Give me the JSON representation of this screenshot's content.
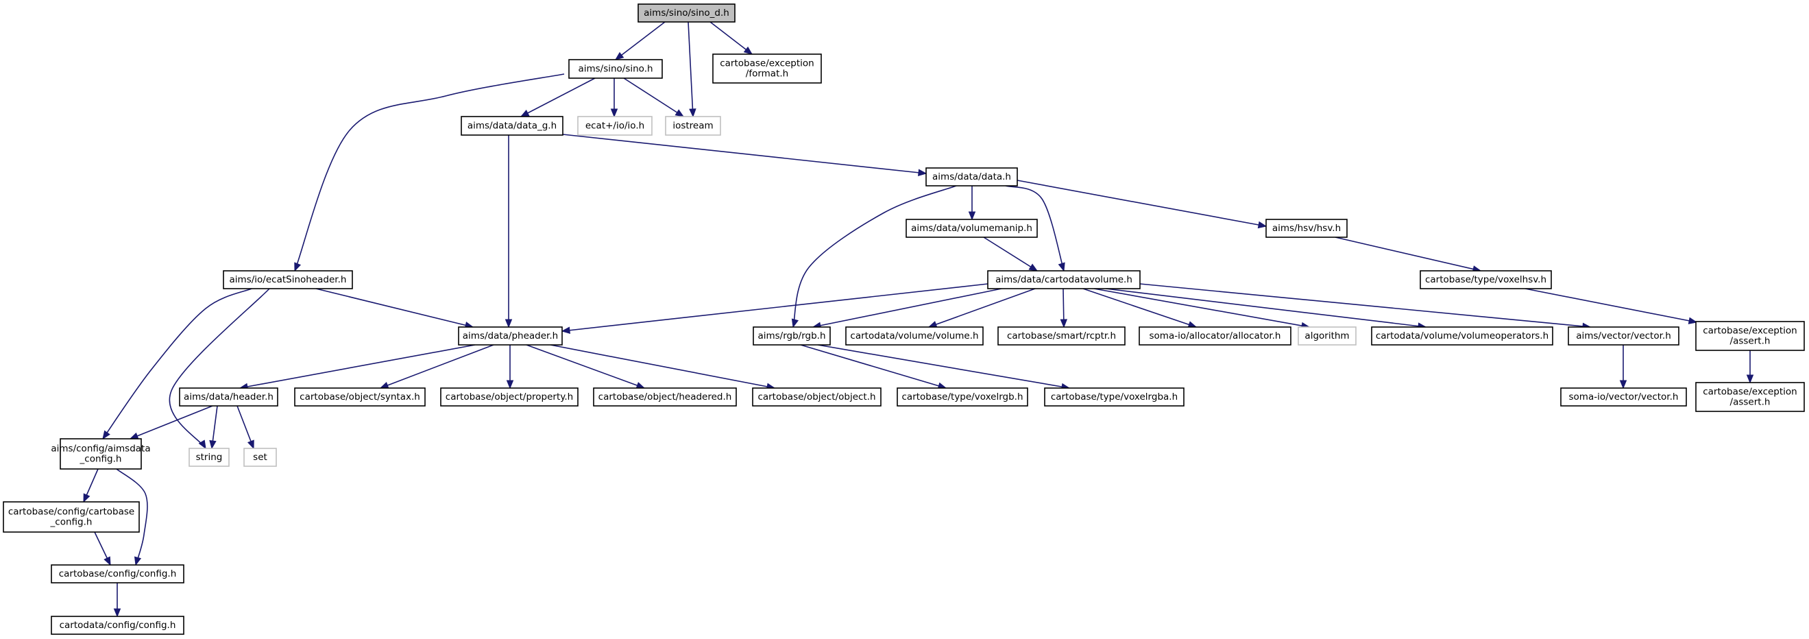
{
  "diagram": {
    "type": "include-dependency-graph",
    "colors": {
      "edge": "#191970",
      "root_fill": "#bfbfbf",
      "node_border": "#000000",
      "external_border": "#bfbfbf",
      "node_fill": "#ffffff",
      "text": "#000000"
    },
    "nodes": [
      {
        "id": "sino_d",
        "lines": [
          "aims/sino/sino_d.h"
        ],
        "kind": "root"
      },
      {
        "id": "sino",
        "lines": [
          "aims/sino/sino.h"
        ],
        "kind": "normal"
      },
      {
        "id": "format",
        "lines": [
          "cartobase/exception",
          "/format.h"
        ],
        "kind": "normal"
      },
      {
        "id": "data_g",
        "lines": [
          "aims/data/data_g.h"
        ],
        "kind": "normal"
      },
      {
        "id": "ecatio",
        "lines": [
          "ecat+/io/io.h"
        ],
        "kind": "external"
      },
      {
        "id": "iostream",
        "lines": [
          "iostream"
        ],
        "kind": "external"
      },
      {
        "id": "data",
        "lines": [
          "aims/data/data.h"
        ],
        "kind": "normal"
      },
      {
        "id": "volumemanip",
        "lines": [
          "aims/data/volumemanip.h"
        ],
        "kind": "normal"
      },
      {
        "id": "hsv",
        "lines": [
          "aims/hsv/hsv.h"
        ],
        "kind": "normal"
      },
      {
        "id": "ecatsinoheader",
        "lines": [
          "aims/io/ecatSinoheader.h"
        ],
        "kind": "normal"
      },
      {
        "id": "cartodatavolume",
        "lines": [
          "aims/data/cartodatavolume.h"
        ],
        "kind": "normal"
      },
      {
        "id": "voxelhsv",
        "lines": [
          "cartobase/type/voxelhsv.h"
        ],
        "kind": "normal"
      },
      {
        "id": "pheader",
        "lines": [
          "aims/data/pheader.h"
        ],
        "kind": "normal"
      },
      {
        "id": "rgb",
        "lines": [
          "aims/rgb/rgb.h"
        ],
        "kind": "normal"
      },
      {
        "id": "cvolume",
        "lines": [
          "cartodata/volume/volume.h"
        ],
        "kind": "normal"
      },
      {
        "id": "rcptr",
        "lines": [
          "cartobase/smart/rcptr.h"
        ],
        "kind": "normal"
      },
      {
        "id": "allocator",
        "lines": [
          "soma-io/allocator/allocator.h"
        ],
        "kind": "normal"
      },
      {
        "id": "algorithm",
        "lines": [
          "algorithm"
        ],
        "kind": "external"
      },
      {
        "id": "volumeoperators",
        "lines": [
          "cartodata/volume/volumeoperators.h"
        ],
        "kind": "normal"
      },
      {
        "id": "aimsvector",
        "lines": [
          "aims/vector/vector.h"
        ],
        "kind": "normal"
      },
      {
        "id": "assert1",
        "lines": [
          "cartobase/exception",
          "/assert.h"
        ],
        "kind": "normal"
      },
      {
        "id": "header",
        "lines": [
          "aims/data/header.h"
        ],
        "kind": "normal"
      },
      {
        "id": "syntax",
        "lines": [
          "cartobase/object/syntax.h"
        ],
        "kind": "normal"
      },
      {
        "id": "property",
        "lines": [
          "cartobase/object/property.h"
        ],
        "kind": "normal"
      },
      {
        "id": "headered",
        "lines": [
          "cartobase/object/headered.h"
        ],
        "kind": "normal"
      },
      {
        "id": "object",
        "lines": [
          "cartobase/object/object.h"
        ],
        "kind": "normal"
      },
      {
        "id": "voxelrgb",
        "lines": [
          "cartobase/type/voxelrgb.h"
        ],
        "kind": "normal"
      },
      {
        "id": "voxelrgba",
        "lines": [
          "cartobase/type/voxelrgba.h"
        ],
        "kind": "normal"
      },
      {
        "id": "somavector",
        "lines": [
          "soma-io/vector/vector.h"
        ],
        "kind": "normal"
      },
      {
        "id": "assert2",
        "lines": [
          "cartobase/exception",
          "/assert.h"
        ],
        "kind": "normal"
      },
      {
        "id": "aimsdataconfig",
        "lines": [
          "aims/config/aimsdata",
          "_config.h"
        ],
        "kind": "normal"
      },
      {
        "id": "string",
        "lines": [
          "string"
        ],
        "kind": "external"
      },
      {
        "id": "set",
        "lines": [
          "set"
        ],
        "kind": "external"
      },
      {
        "id": "cartobaseconfig",
        "lines": [
          "cartobase/config/cartobase",
          "_config.h"
        ],
        "kind": "normal"
      },
      {
        "id": "config",
        "lines": [
          "cartobase/config/config.h"
        ],
        "kind": "normal"
      },
      {
        "id": "cdconfig",
        "lines": [
          "cartodata/config/config.h"
        ],
        "kind": "normal"
      }
    ],
    "edges": [
      [
        "sino_d",
        "sino"
      ],
      [
        "sino_d",
        "iostream"
      ],
      [
        "sino_d",
        "format"
      ],
      [
        "sino",
        "data_g"
      ],
      [
        "sino",
        "ecatio"
      ],
      [
        "sino",
        "iostream"
      ],
      [
        "sino",
        "ecatsinoheader"
      ],
      [
        "data_g",
        "pheader"
      ],
      [
        "data_g",
        "data"
      ],
      [
        "data",
        "volumemanip"
      ],
      [
        "data",
        "cartodatavolume"
      ],
      [
        "data",
        "rgb"
      ],
      [
        "data",
        "hsv"
      ],
      [
        "volumemanip",
        "cartodatavolume"
      ],
      [
        "hsv",
        "voxelhsv"
      ],
      [
        "voxelhsv",
        "assert1"
      ],
      [
        "assert1",
        "assert2"
      ],
      [
        "cartodatavolume",
        "pheader"
      ],
      [
        "cartodatavolume",
        "rgb"
      ],
      [
        "cartodatavolume",
        "cvolume"
      ],
      [
        "cartodatavolume",
        "rcptr"
      ],
      [
        "cartodatavolume",
        "allocator"
      ],
      [
        "cartodatavolume",
        "algorithm"
      ],
      [
        "cartodatavolume",
        "volumeoperators"
      ],
      [
        "cartodatavolume",
        "aimsvector"
      ],
      [
        "aimsvector",
        "somavector"
      ],
      [
        "rgb",
        "voxelrgb"
      ],
      [
        "rgb",
        "voxelrgba"
      ],
      [
        "ecatsinoheader",
        "pheader"
      ],
      [
        "ecatsinoheader",
        "aimsdataconfig"
      ],
      [
        "ecatsinoheader",
        "string"
      ],
      [
        "pheader",
        "header"
      ],
      [
        "pheader",
        "syntax"
      ],
      [
        "pheader",
        "property"
      ],
      [
        "pheader",
        "headered"
      ],
      [
        "pheader",
        "object"
      ],
      [
        "header",
        "aimsdataconfig"
      ],
      [
        "header",
        "string"
      ],
      [
        "header",
        "set"
      ],
      [
        "aimsdataconfig",
        "cartobaseconfig"
      ],
      [
        "aimsdataconfig",
        "config"
      ],
      [
        "cartobaseconfig",
        "config"
      ],
      [
        "config",
        "cdconfig"
      ]
    ]
  }
}
